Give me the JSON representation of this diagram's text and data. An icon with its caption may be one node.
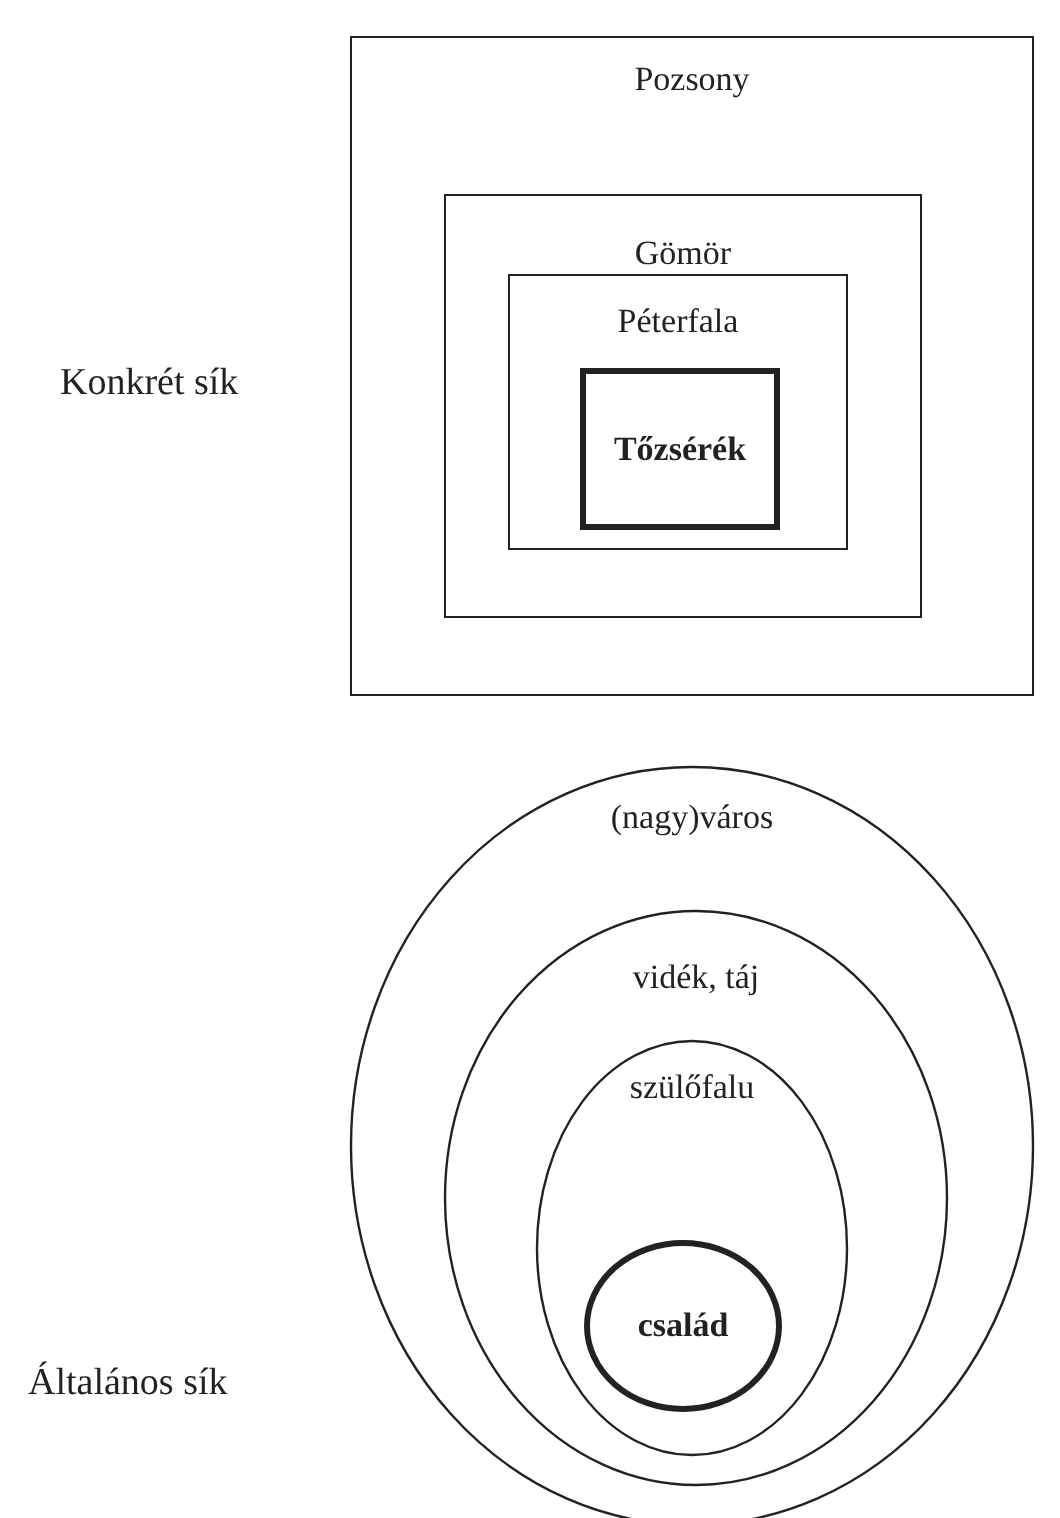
{
  "diagram": {
    "nodes": [
      {
        "text": [
          "Pozsony"
        ]
      },
      {
        "text": [
          "Gömör"
        ],
        "in": 0
      },
      {
        "text": [
          "Péterfala"
        ],
        "in": 1
      },
      {
        "text": [
          "Tőzsérék"
        ],
        "in": 2
      },
      {
        "text": [
          "(nagy)város"
        ]
      },
      {
        "text": [
          "vidék, táj"
        ],
        "in": 4
      },
      {
        "text": [
          "szülőfalu"
        ],
        "in": 5
      },
      {
        "text": [
          "család"
        ],
        "in": 6
      }
    ],
    "labels": [
      "Konkrét sík",
      "Általános sík"
    ]
  }
}
